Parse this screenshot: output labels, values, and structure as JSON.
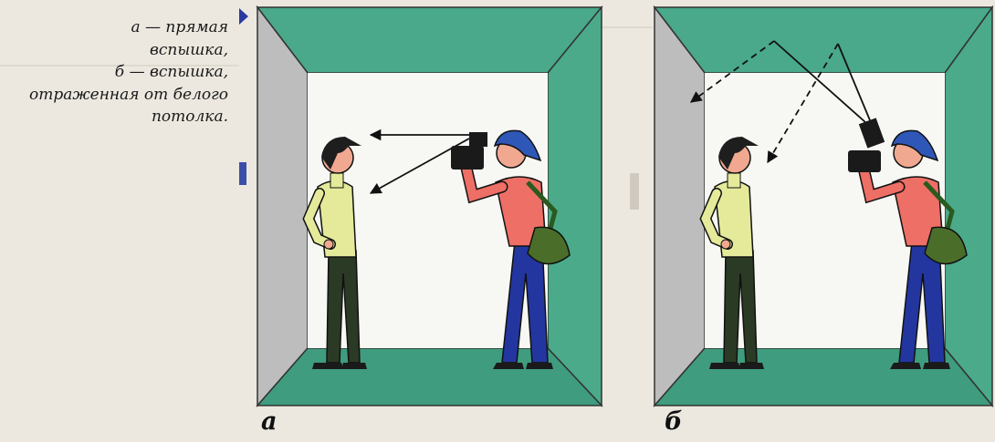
{
  "caption": {
    "line1": "а — прямая",
    "line2": "вспышка,",
    "line3": "б — вспышка,",
    "line4": "отраженная от белого",
    "line5": "потолка."
  },
  "panels": [
    {
      "label": "а",
      "flash": "direct"
    },
    {
      "label": "б",
      "flash": "bounce"
    }
  ],
  "colors": {
    "left_wall": "#bfbfbf",
    "right_wall": "#4aaa8a",
    "ceiling": "#4aaa8a",
    "floor": "#3f9c7e",
    "back_wall": "#f7f7f4",
    "frame": "#555555",
    "marker": "#2a3aa0"
  }
}
